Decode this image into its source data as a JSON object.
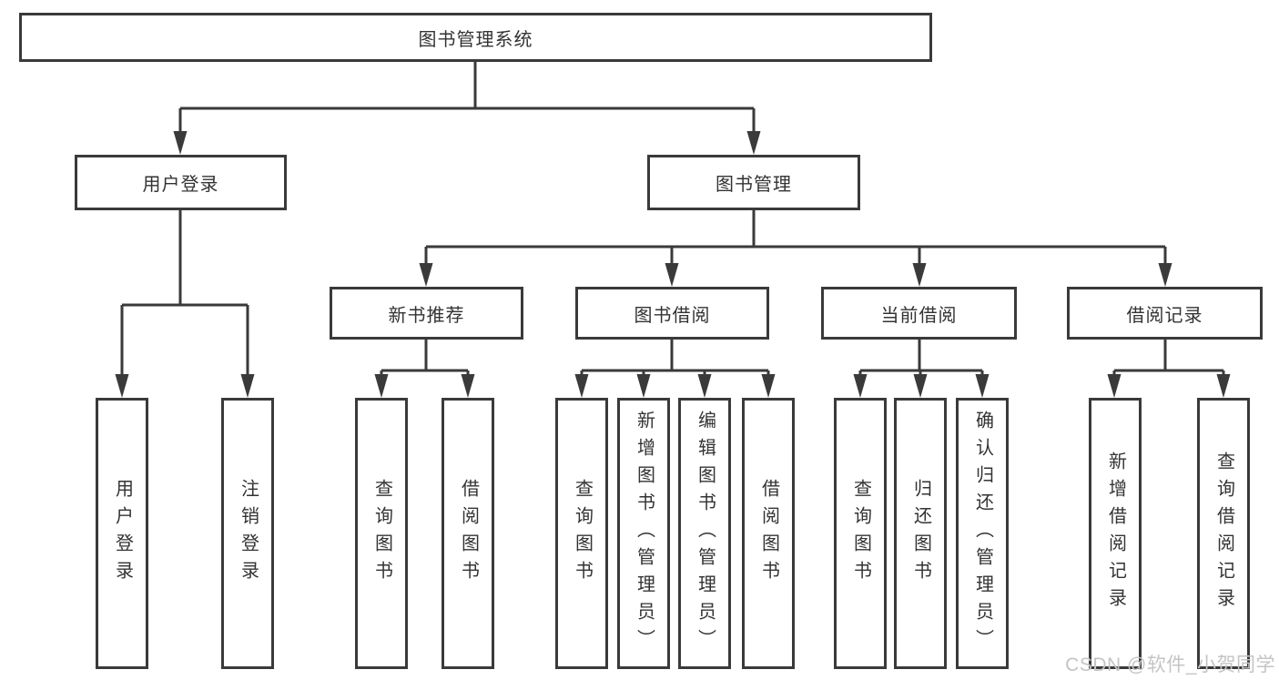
{
  "tree": {
    "label": "图书管理系统",
    "children": [
      {
        "label": "用户登录",
        "children": [
          {
            "label": "用户登录"
          },
          {
            "label": "注销登录"
          }
        ]
      },
      {
        "label": "图书管理",
        "children": [
          {
            "label": "新书推荐",
            "children": [
              {
                "label": "查询图书"
              },
              {
                "label": "借阅图书"
              }
            ]
          },
          {
            "label": "图书借阅",
            "children": [
              {
                "label": "查询图书"
              },
              {
                "label": "新增图书（管理员）"
              },
              {
                "label": "编辑图书（管理员）"
              },
              {
                "label": "借阅图书"
              }
            ]
          },
          {
            "label": "当前借阅",
            "children": [
              {
                "label": "查询图书"
              },
              {
                "label": "归还图书"
              },
              {
                "label": "确认归还（管理员）"
              }
            ]
          },
          {
            "label": "借阅记录",
            "children": [
              {
                "label": "新增借阅记录"
              },
              {
                "label": "查询借阅记录"
              }
            ]
          }
        ]
      }
    ]
  },
  "watermark": {
    "text": "CSDN @软件_小贺同学"
  },
  "colors": {
    "line": "#3a3a3a",
    "text": "#333333",
    "box_background": "#ffffff",
    "watermark": "#c4c4c4"
  }
}
